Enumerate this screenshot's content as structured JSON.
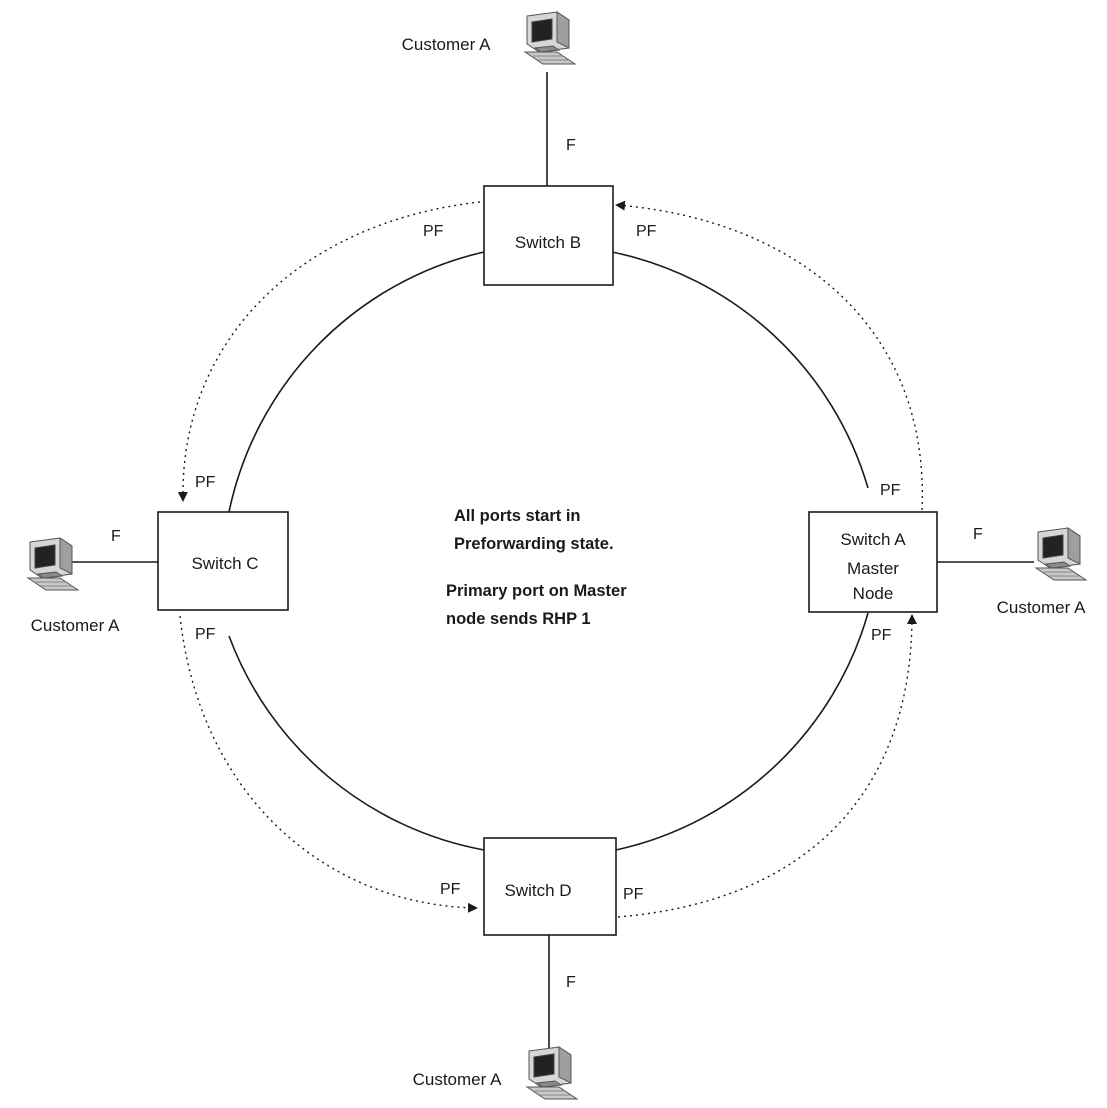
{
  "switches": {
    "b": {
      "name": "Switch B"
    },
    "c": {
      "name": "Switch C"
    },
    "a": {
      "name": "Switch A",
      "role_line1": "Master",
      "role_line2": "Node"
    },
    "d": {
      "name": "Switch D"
    }
  },
  "customers": {
    "top": "Customer A",
    "left": "Customer A",
    "right": "Customer A",
    "bottom": "Customer A"
  },
  "port_states": {
    "customer_link": "F",
    "ring_port": "PF"
  },
  "note": {
    "line1": "All ports start in",
    "line2": "Preforwarding state.",
    "line3": "Primary port on Master",
    "line4": "node sends RHP 1"
  }
}
